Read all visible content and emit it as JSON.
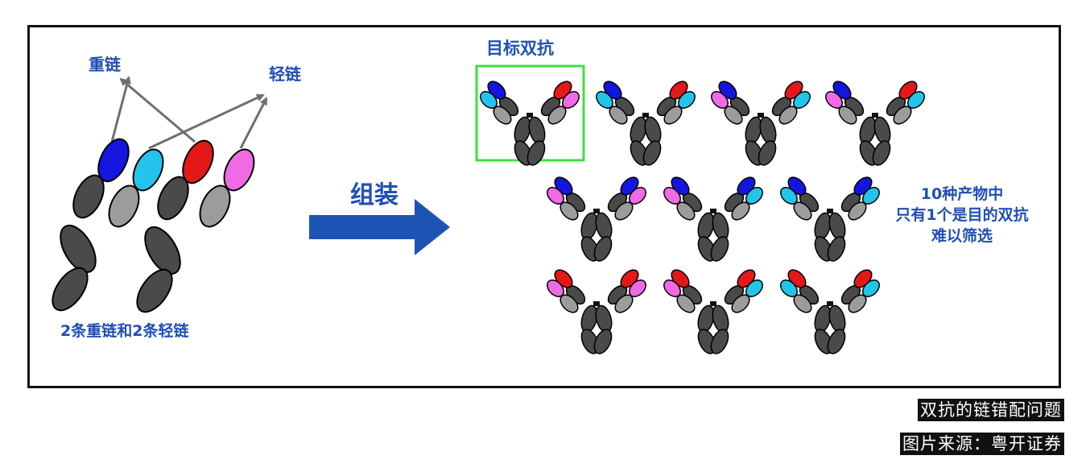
{
  "labels": {
    "heavy_chain": "重链",
    "light_chain": "轻链",
    "chains_caption": "2条重链和2条轻链",
    "assembly": "组装",
    "target": "目标双抗",
    "note_line1": "10种产物中",
    "note_line2": "只有1个是目的双抗",
    "note_line3": "难以筛选"
  },
  "captions": {
    "title": "双抗的链错配问题",
    "source": "图片来源：粤开证券"
  },
  "colors": {
    "heavy_vh1": "#1515e0",
    "light_vl1": "#22c4ec",
    "heavy_vh2": "#e41818",
    "light_vl2": "#f06ae6",
    "constant_dark": "#4a4a4a",
    "constant_light": "#9c9c9c",
    "label_blue": "#1f4fb8",
    "arrow_blue": "#1d54b4",
    "highlight_green": "#3ce13c"
  },
  "antibodies": [
    {
      "name": "target-antibody",
      "left_outer": "cyan",
      "left_inner": "blue",
      "right_inner": "red",
      "right_outer": "pink",
      "highlighted": true
    },
    {
      "name": "antibody-2",
      "left_outer": "cyan",
      "left_inner": "blue",
      "right_inner": "red",
      "right_outer": "cyan",
      "highlighted": false
    },
    {
      "name": "antibody-3",
      "left_outer": "pink",
      "left_inner": "blue",
      "right_inner": "red",
      "right_outer": "cyan",
      "highlighted": false
    },
    {
      "name": "antibody-4",
      "left_outer": "pink",
      "left_inner": "blue",
      "right_inner": "red",
      "right_outer": "cyan",
      "highlighted": false
    },
    {
      "name": "antibody-5",
      "left_outer": "pink",
      "left_inner": "blue",
      "right_inner": "blue",
      "right_outer": "pink",
      "highlighted": false
    },
    {
      "name": "antibody-6",
      "left_outer": "pink",
      "left_inner": "blue",
      "right_inner": "blue",
      "right_outer": "cyan",
      "highlighted": false
    },
    {
      "name": "antibody-7",
      "left_outer": "cyan",
      "left_inner": "blue",
      "right_inner": "blue",
      "right_outer": "cyan",
      "highlighted": false
    },
    {
      "name": "antibody-8",
      "left_outer": "pink",
      "left_inner": "red",
      "right_inner": "red",
      "right_outer": "pink",
      "highlighted": false
    },
    {
      "name": "antibody-9",
      "left_outer": "pink",
      "left_inner": "red",
      "right_inner": "red",
      "right_outer": "cyan",
      "highlighted": false
    },
    {
      "name": "antibody-10",
      "left_outer": "cyan",
      "left_inner": "red",
      "right_inner": "red",
      "right_outer": "cyan",
      "highlighted": false
    }
  ]
}
